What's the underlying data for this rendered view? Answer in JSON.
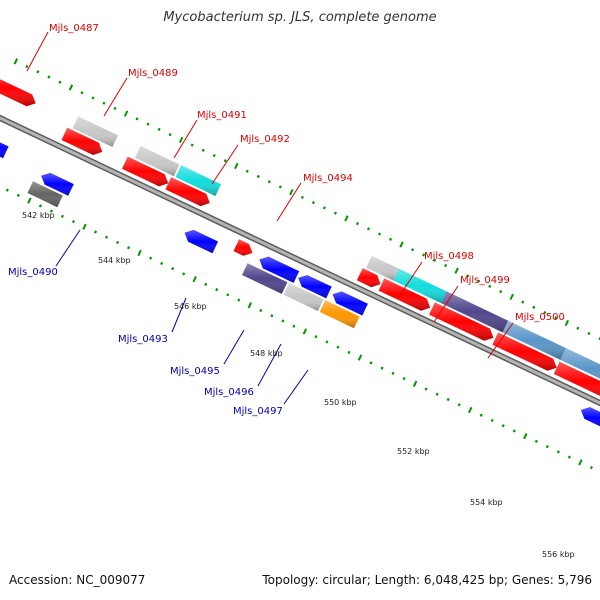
{
  "header": {
    "title": "Mycobacterium sp. JLS, complete genome"
  },
  "footer": {
    "accession": "Accession: NC_009077",
    "summary": "Topology: circular; Length: 6,048,425 bp; Genes: 5,796"
  },
  "colors": {
    "forward": "#ff0000",
    "reverse": "#0000ff",
    "gray": "#c8c8c8",
    "dark_gray": "#646464",
    "cyan": "#14dcdc",
    "slate": "#50468c",
    "steel": "#5a96c8",
    "orange": "#ff9600",
    "tick": "#009600",
    "backbone": "#808080",
    "label_forward": "#dc0000",
    "label_reverse": "#0000b4"
  },
  "scale": {
    "ticks": [
      "542 kbp",
      "544 kbp",
      "546 kbp",
      "548 kbp",
      "550 kbp",
      "552 kbp",
      "554 kbp",
      "556 kbp"
    ]
  },
  "genes": {
    "forward": [
      "Mjls_0487",
      "Mjls_0489",
      "Mjls_0491",
      "Mjls_0492",
      "Mjls_0494",
      "Mjls_0498",
      "Mjls_0499",
      "Mjls_0500"
    ],
    "reverse": [
      "Mjls_0490",
      "Mjls_0493",
      "Mjls_0495",
      "Mjls_0496",
      "Mjls_0497"
    ]
  }
}
